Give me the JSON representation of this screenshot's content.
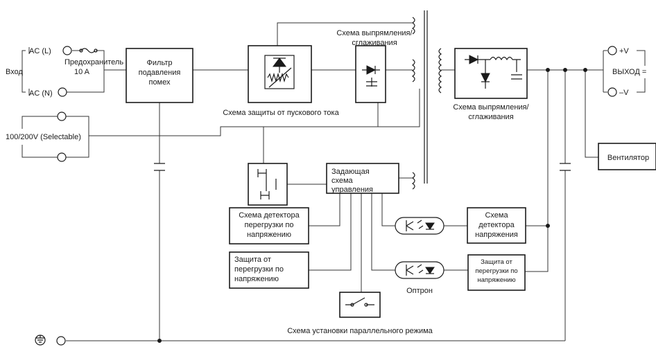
{
  "diagram": {
    "input_block": {
      "ac_l": "AC (L)",
      "ac_n": "AC (N)",
      "input": "Вход",
      "fuse_line1": "Предохранитель",
      "fuse_line2": "10 A"
    },
    "voltage_select": "100/200V (Selectable)",
    "noise_filter": [
      "Фильтр",
      "подавления",
      "помех"
    ],
    "inrush_label": "Схема защиты от пускового тока",
    "primary_rect_label": [
      "Схема выпрямления/",
      "сглаживания"
    ],
    "secondary_rect_label": [
      "Схема выпрямления/",
      "сглаживания"
    ],
    "output": {
      "plus": "+V",
      "minus": "–V",
      "label": "ВЫХОД ="
    },
    "fan": "Вентилятор",
    "control_block": [
      "Задающая",
      "схема",
      "управления"
    ],
    "overvoltage_detector": [
      "Схема детектора",
      "перегрузки по",
      "напряжению"
    ],
    "overvoltage_protection": [
      "Защита от",
      "перегрузки по",
      "напряжению"
    ],
    "voltage_detector": [
      "Схема",
      "детектора",
      "напряжения"
    ],
    "overvoltage_protection_small": [
      "Защита от",
      "перегрузки по",
      "напряжению"
    ],
    "optocoupler": "Оптрон",
    "parallel_label": "Схема установки параллельного режима"
  }
}
